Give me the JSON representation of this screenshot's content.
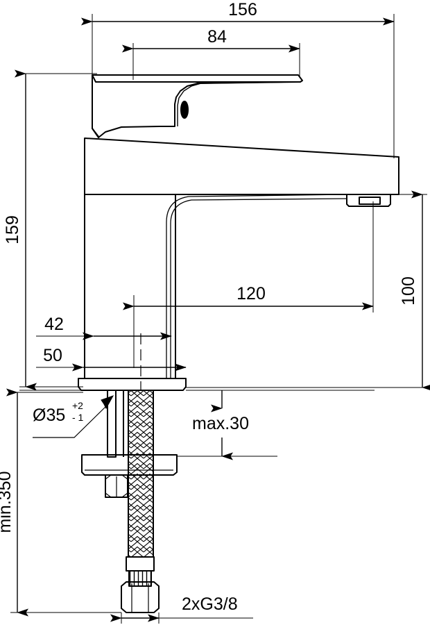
{
  "drawing": {
    "title": "Basin mixer tap technical dimension drawing",
    "units": "mm",
    "line_color": "#000000",
    "background": "#ffffff"
  },
  "dimensions": {
    "overall_width": "156",
    "handle_width": "84",
    "overall_height": "159",
    "spout_reach": "120",
    "spout_height": "100",
    "body_width_upper": "42",
    "base_width": "50",
    "hole_diameter": "Ø35",
    "hole_tol_plus": "+2",
    "hole_tol_minus": "- 1",
    "max_thickness": "max.30",
    "min_hose_length": "min.350",
    "connection_thread": "2xG3/8"
  },
  "labels": [
    {
      "id": "dim-156",
      "text": "156",
      "orientation": "horizontal"
    },
    {
      "id": "dim-84",
      "text": "84",
      "orientation": "horizontal"
    },
    {
      "id": "dim-159",
      "text": "159",
      "orientation": "vertical"
    },
    {
      "id": "dim-120",
      "text": "120",
      "orientation": "horizontal"
    },
    {
      "id": "dim-100",
      "text": "100",
      "orientation": "vertical"
    },
    {
      "id": "dim-42",
      "text": "42",
      "orientation": "horizontal"
    },
    {
      "id": "dim-50",
      "text": "50",
      "orientation": "horizontal"
    },
    {
      "id": "dim-d35",
      "text": "Ø35",
      "orientation": "horizontal"
    },
    {
      "id": "dim-max30",
      "text": "max.30",
      "orientation": "horizontal"
    },
    {
      "id": "dim-min350",
      "text": "min.350",
      "orientation": "vertical"
    },
    {
      "id": "dim-g38",
      "text": "2xG3/8",
      "orientation": "horizontal"
    }
  ]
}
